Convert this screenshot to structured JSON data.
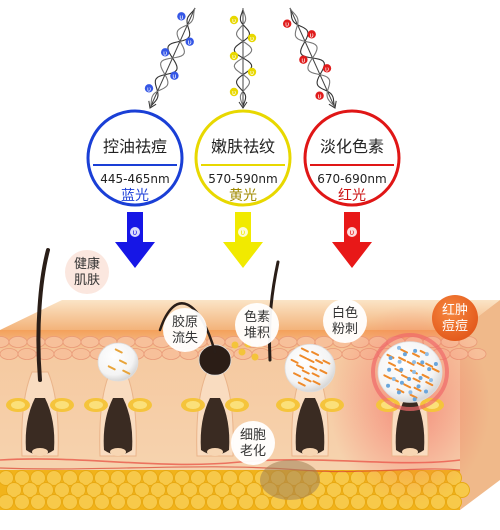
{
  "light_columns": [
    {
      "benefit": "控油祛痘",
      "wavelength": "445-465nm",
      "light_name": "蓝光",
      "color": "#1d3fd8",
      "ring_color": "#1a3fd6",
      "photon_color": "#3557e6",
      "arrow_color": "#1616e6"
    },
    {
      "benefit": "嫩肤祛纹",
      "wavelength": "570-590nm",
      "light_name": "黄光",
      "color": "#a08a00",
      "ring_color": "#e8d800",
      "photon_color": "#e8d800",
      "arrow_color": "#f1ea00"
    },
    {
      "benefit": "淡化色素",
      "wavelength": "670-690nm",
      "light_name": "红光",
      "color": "#cc1111",
      "ring_color": "#e01616",
      "photon_color": "#e01c1c",
      "arrow_color": "#e81818"
    }
  ],
  "photon_glyph": "υ",
  "skin_labels": {
    "healthy": "健康\n肌肤",
    "collagen_loss": "胶原\n流失",
    "pigment": "色素\n堆积",
    "whitehead": "白色\n粉刺",
    "cell_aging": "细胞\n老化",
    "inflamed_acne": "红肿\n痘痘"
  },
  "colors": {
    "epidermis": "#f3a15c",
    "dermis": "#f6d3ae",
    "fat": "#f1b31b",
    "follicle": "#3a2b22",
    "inflamed": "#e8481c"
  }
}
